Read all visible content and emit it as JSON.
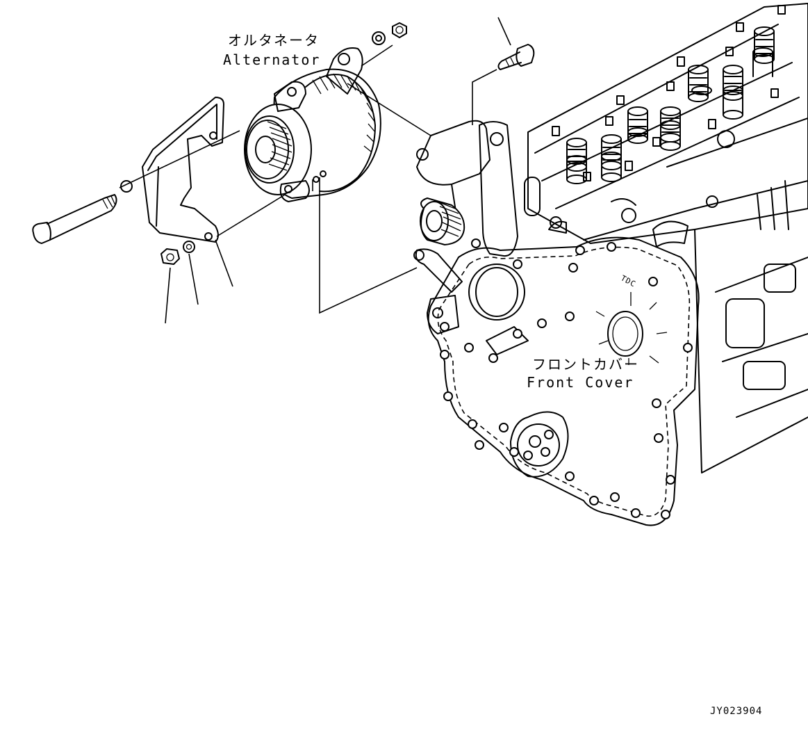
{
  "labels": {
    "alternator_jp": "オルタネータ",
    "alternator_en": "Alternator",
    "front_cover_jp": "フロントカバー",
    "front_cover_en": "Front Cover",
    "tdc_mark": "TDC"
  },
  "drawing_code": "JY023904",
  "parts": [
    "alternator",
    "alternator-bracket",
    "through-bolt",
    "nut",
    "lock-washer",
    "flat-washer",
    "top-bolt",
    "idler-pulley",
    "front-cover",
    "cylinder-head"
  ]
}
